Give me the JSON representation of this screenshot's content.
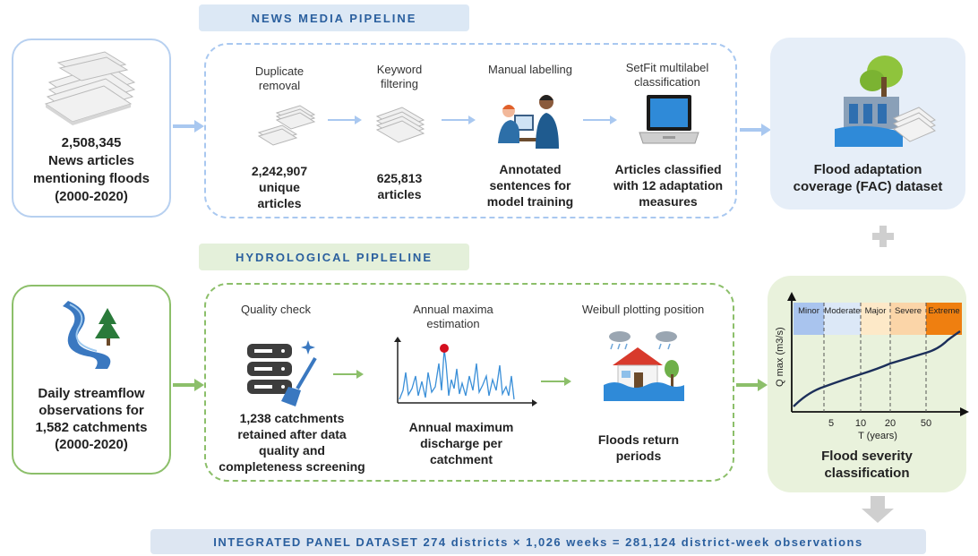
{
  "news": {
    "banner": "NEWS MEDIA PIPELINE",
    "source": {
      "count": "2,508,345",
      "line1": "News articles",
      "line2": "mentioning floods",
      "line3": "(2000-2020)"
    },
    "steps": [
      {
        "title1": "Duplicate",
        "title2": "removal",
        "r1": "2,242,907",
        "r2": "unique",
        "r3": "articles"
      },
      {
        "title1": "Keyword",
        "title2": "filtering",
        "r1": "625,813",
        "r2": "articles"
      },
      {
        "title1": "Manual labelling",
        "r1": "Annotated",
        "r2": "sentences for",
        "r3": "model training"
      },
      {
        "title1": "SetFit multilabel",
        "title2": "classification",
        "r1": "Articles classified",
        "r2": "with 12 adaptation",
        "r3": "measures"
      }
    ],
    "output": {
      "line1": "Flood adaptation",
      "line2": "coverage (FAC) dataset"
    }
  },
  "hydro": {
    "banner": "HYDROLOGICAL PIPLELINE",
    "source": {
      "line1": "Daily streamflow",
      "line2": "observations for",
      "line3": "1,582 catchments",
      "line4": "(2000-2020)"
    },
    "steps": [
      {
        "title1": "Quality check",
        "r1": "1,238 catchments",
        "r2": "retained after data",
        "r3": "quality and",
        "r4": "completeness screening"
      },
      {
        "title1": "Annual maxima",
        "title2": "estimation",
        "r1": "Annual maximum",
        "r2": "discharge per",
        "r3": "catchment"
      },
      {
        "title1": "Weibull plotting position",
        "r1": "Floods return",
        "r2": "periods"
      }
    ],
    "output": {
      "line1": "Flood severity",
      "line2": "classification",
      "chart": {
        "categories": [
          "Minor",
          "Moderate",
          "Major",
          "Severe",
          "Extreme"
        ],
        "colors": [
          "#a9c4ee",
          "#dce8f7",
          "#fde9c8",
          "#fbd5a8",
          "#ef7f10"
        ],
        "ylabel": "Q max (m3/s)",
        "xlabel": "T (years)",
        "xticks": [
          "5",
          "10",
          "20",
          "50"
        ]
      }
    }
  },
  "footer": "INTEGRATED PANEL DATASET 274 districts × 1,026 weeks = 281,124 district-week observations",
  "colors": {
    "blue_accent": "#2a5f9e",
    "blue_line": "#a9c8f0",
    "green_line": "#8cbf6a",
    "green_fill": "#e9f2dc",
    "blue_fill": "#eaf1fa"
  }
}
